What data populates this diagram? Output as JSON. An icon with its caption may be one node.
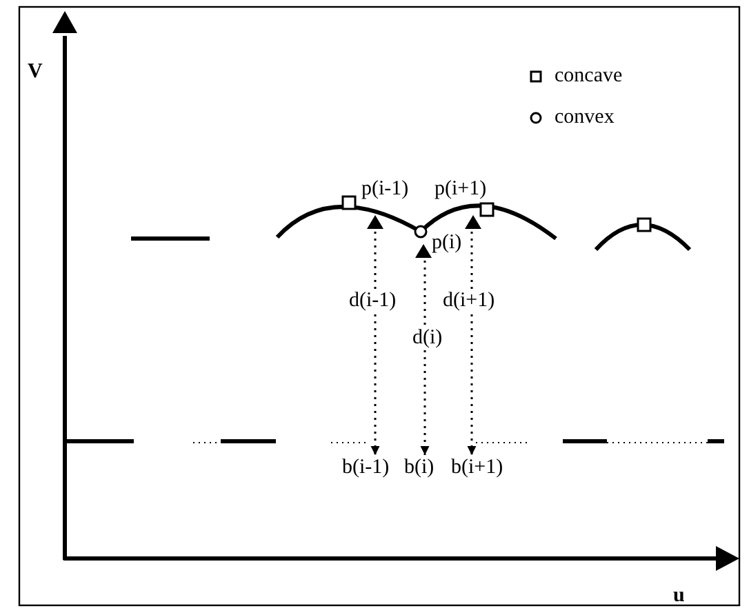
{
  "diagram": {
    "nodes": [
      {
        "text": [],
        "shape": "triangle"
      },
      {
        "text": [],
        "shape": "triangle"
      },
      {
        "text": [],
        "shape": "triangle"
      },
      {
        "text": [
          "b(i-1)"
        ]
      },
      {
        "text": [
          "b(i)"
        ]
      },
      {
        "text": [
          "b(i+1)"
        ]
      }
    ],
    "edges": [
      {
        "from": 0,
        "to": 3,
        "arrow": "to",
        "label": "d(i-1)",
        "style": "dashed"
      },
      {
        "from": 1,
        "to": 4,
        "arrow": "to",
        "label": "d(i)",
        "style": "dashed"
      },
      {
        "from": 2,
        "to": 5,
        "arrow": "to",
        "label": "d(i+1)",
        "style": "dashed"
      }
    ],
    "labels": [
      "V",
      "p(i-1)",
      "p(i+1)",
      "p(i)",
      "u"
    ],
    "legend": [
      {
        "text": "concave"
      },
      {
        "text": "convex"
      }
    ]
  }
}
